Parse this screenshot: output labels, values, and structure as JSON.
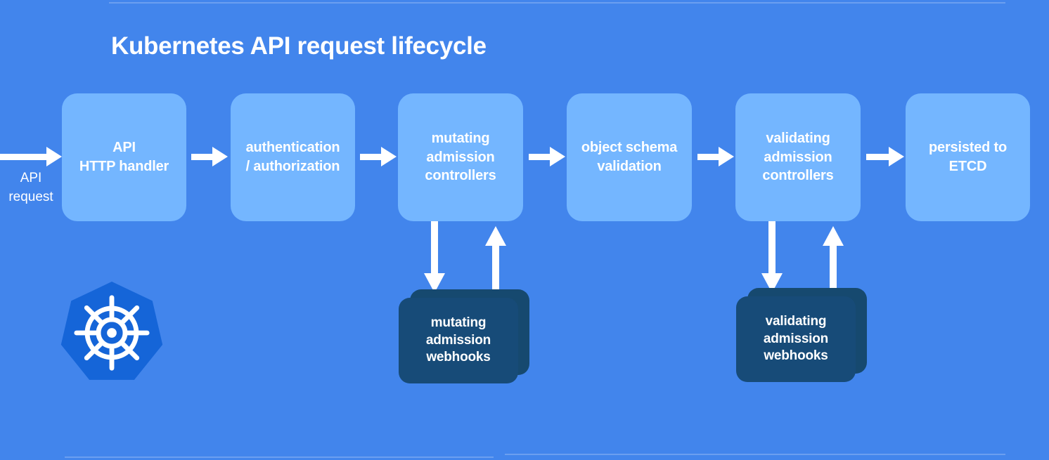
{
  "title": "Kubernetes API request lifecycle",
  "background_color": "#4285ec",
  "stage_box_color": "#74b6ff",
  "webhook_box_color": "#174b78",
  "arrow_color": "#ffffff",
  "text_color": "#ffffff",
  "entry": {
    "label": "API\nrequest"
  },
  "pipeline": [
    {
      "label": "API\nHTTP handler",
      "name": "api-http-handler"
    },
    {
      "label": "authentication\n/ authorization",
      "name": "authentication-authorization"
    },
    {
      "label": "mutating\nadmission\ncontrollers",
      "name": "mutating-admission-controllers"
    },
    {
      "label": "object schema\nvalidation",
      "name": "object-schema-validation"
    },
    {
      "label": "validating\nadmission\ncontrollers",
      "name": "validating-admission-controllers"
    },
    {
      "label": "persisted to\nETCD",
      "name": "persisted-to-etcd"
    }
  ],
  "webhooks": [
    {
      "label": "mutating\nadmission\nwebhooks",
      "name": "mutating-admission-webhooks"
    },
    {
      "label": "validating\nadmission\nwebhooks",
      "name": "validating-admission-webhooks"
    }
  ],
  "logo": {
    "name": "kubernetes-logo",
    "fill": "#1565d8",
    "wheel_color": "#ffffff"
  }
}
